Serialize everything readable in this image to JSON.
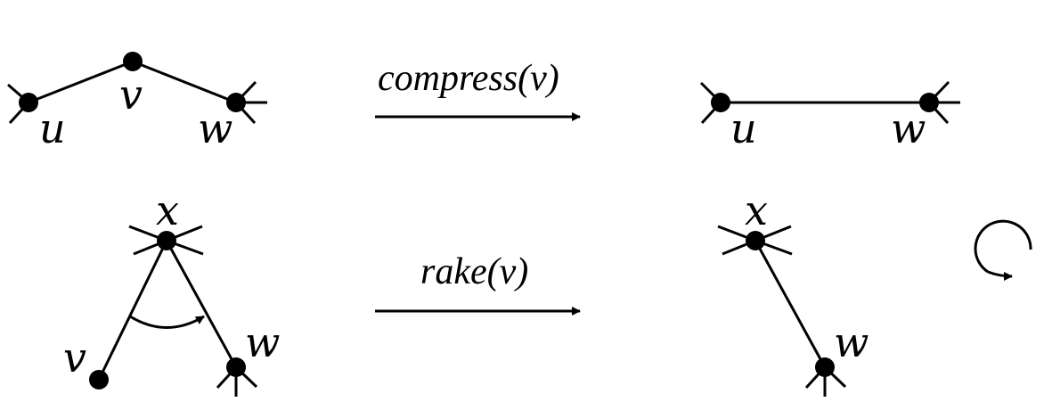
{
  "operations": {
    "compress": {
      "label": "compress(v)",
      "before": {
        "u": "u",
        "v": "v",
        "w": "w"
      },
      "after": {
        "u": "u",
        "w": "w"
      }
    },
    "rake": {
      "label": "rake(v)",
      "before": {
        "x": "x",
        "v": "v",
        "w": "w"
      },
      "after": {
        "x": "x",
        "w": "w"
      }
    }
  },
  "colors": {
    "ink": "#000000",
    "background": "#ffffff"
  },
  "icons": {
    "rotation": "clockwise-circular-arrow-icon",
    "transform": "right-arrow-icon"
  }
}
